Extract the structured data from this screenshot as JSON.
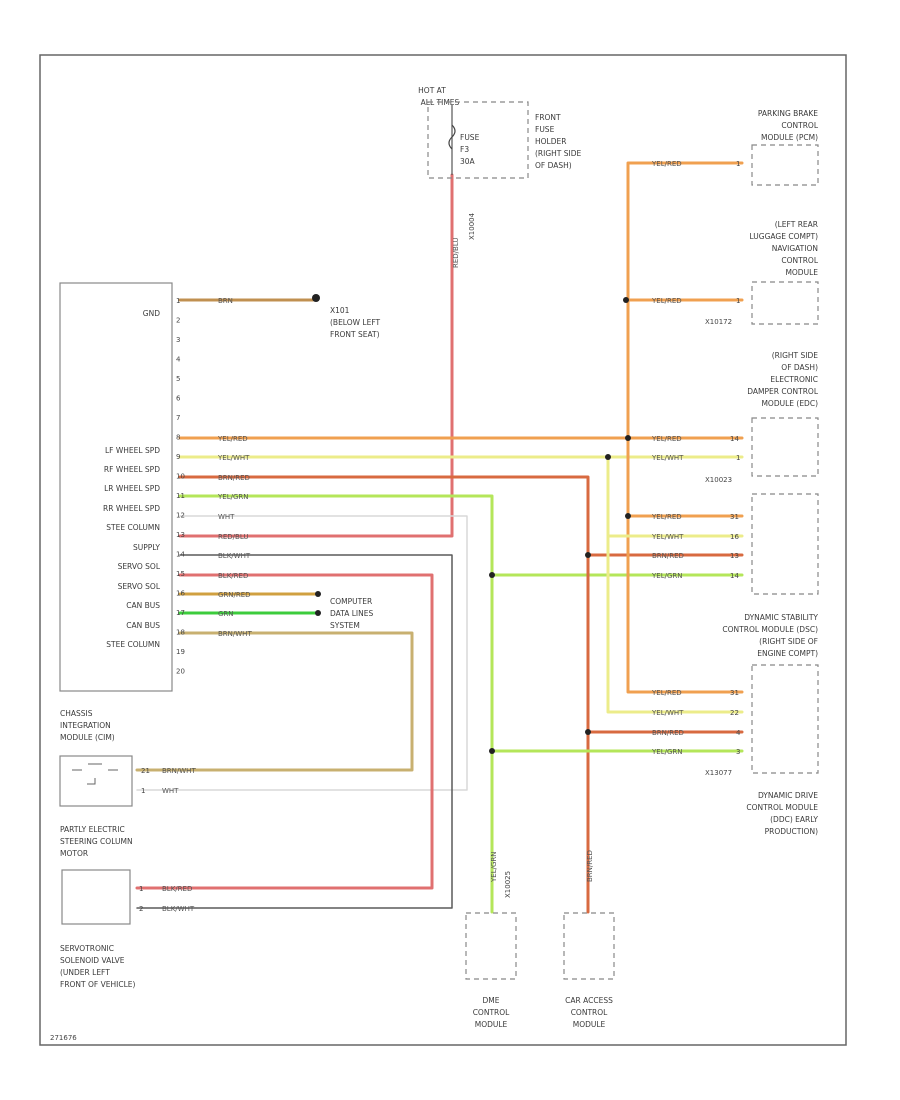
{
  "diagram_id": "271676",
  "colors": {
    "red": "#e07070",
    "yel_red": "#f0a050",
    "yel_wht": "#ecec8a",
    "brn_red": "#d86a40",
    "yel_grn": "#b4e65a",
    "grn": "#3ccc3c",
    "grn_red": "#d0a040",
    "brn_wht": "#c8b070",
    "brn": "#c09050",
    "black": "#5a5a5a",
    "white": "#d8d8d8"
  },
  "main_module": {
    "pins": [
      "1",
      "2",
      "3",
      "4",
      "5",
      "6",
      "7",
      "8",
      "9",
      "10",
      "11",
      "12",
      "13",
      "14",
      "15",
      "16",
      "17",
      "18",
      "19",
      "20"
    ],
    "labels": {
      "gnd": "GND",
      "lf": "LF WHEEL SPD",
      "rf": "RF WHEEL SPD",
      "lr": "LR WHEEL SPD",
      "rr": "RR WHEEL SPD",
      "steer1": "STEE COLUMN",
      "supply": "SUPPLY",
      "servo1": "SERVO SOL",
      "servo2": "SERVO SOL",
      "can1": "CAN BUS",
      "can2": "CAN BUS",
      "steer2": "STEE COLUMN"
    }
  },
  "ground": {
    "wire": "BRN",
    "lines": [
      "X101",
      "(BELOW LEFT",
      "FRONT SEAT)"
    ]
  },
  "hot": {
    "lines": [
      "HOT AT",
      "ALL TIMES"
    ]
  },
  "fuse": {
    "lines": [
      "FUSE",
      "F3",
      "30A"
    ],
    "conn": "X10004"
  },
  "fuse_holder": {
    "lines": [
      "FRONT",
      "FUSE",
      "HOLDER",
      "(RIGHT SIDE",
      "OF DASH)"
    ]
  },
  "red_wire": "RED/BLU",
  "parking_brake": {
    "lines": [
      "PARKING BRAKE",
      "CONTROL",
      "MODULE (PCM)"
    ],
    "wire": "YEL/RED",
    "pin": "1"
  },
  "luggage": {
    "lines": [
      "(LEFT REAR",
      "LUGGAGE COMPT)",
      "NAVIGATION",
      "CONTROL",
      "MODULE"
    ],
    "wire": "YEL/RED",
    "pin": "1",
    "conn": "X10172"
  },
  "edc": {
    "lines": [
      "(RIGHT SIDE",
      "OF DASH)",
      "ELECTRONIC",
      "DAMPER CONTROL",
      "MODULE (EDC)"
    ],
    "wires": [
      {
        "label": "YEL/RED",
        "pin": "14"
      },
      {
        "label": "YEL/WHT",
        "pin": "1"
      }
    ],
    "conn": "X10023"
  },
  "mid_conn": {
    "wires": [
      {
        "label": "YEL/RED",
        "pin": "31"
      },
      {
        "label": "YEL/WHT",
        "pin": "16"
      },
      {
        "label": "BRN/RED",
        "pin": "13"
      },
      {
        "label": "YEL/GRN",
        "pin": "14"
      }
    ]
  },
  "dsc": {
    "lines": [
      "DYNAMIC STABILITY",
      "CONTROL MODULE (DSC)",
      "(RIGHT SIDE OF",
      "ENGINE COMPT)"
    ]
  },
  "dsc_conn": {
    "wires": [
      {
        "label": "YEL/RED",
        "pin": "31"
      },
      {
        "label": "YEL/WHT",
        "pin": "22"
      },
      {
        "label": "BRN/RED",
        "pin": "4"
      },
      {
        "label": "YEL/GRN",
        "pin": "3"
      }
    ],
    "conn": "X13077"
  },
  "ddc": {
    "lines": [
      "DYNAMIC DRIVE",
      "CONTROL MODULE",
      "(DDC) EARLY",
      "PRODUCTION)"
    ]
  },
  "wires_left": {
    "yel_red": "YEL/RED",
    "yel_wht": "YEL/WHT",
    "brn_red": "BRN/RED",
    "yel_grn": "YEL/GRN",
    "wht": "WHT",
    "red_blu": "RED/BLU",
    "blk_wht": "BLK/WHT",
    "blk_red": "BLK/RED",
    "grn_red": "GRN/RED",
    "grn": "GRN",
    "brn_wht": "BRN/WHT"
  },
  "computer": {
    "lines": [
      "COMPUTER",
      "DATA LINES",
      "SYSTEM"
    ]
  },
  "cim": {
    "lines": [
      "CHASSIS",
      "INTEGRATION",
      "MODULE (CIM)"
    ],
    "wires": [
      {
        "label": "BRN/WHT",
        "pin": "21"
      },
      {
        "label": "WHT",
        "pin": "1"
      }
    ]
  },
  "motor": {
    "lines": [
      "PARTLY ELECTRIC",
      "STEERING COLUMN",
      "MOTOR"
    ],
    "wires": [
      {
        "label": "BLK/RED",
        "pin": "1"
      },
      {
        "label": "BLK/WHT",
        "pin": "2"
      }
    ]
  },
  "servo": {
    "lines": [
      "SERVOTRONIC",
      "SOLENOID VALVE",
      "(UNDER LEFT",
      "FRONT OF VEHICLE)"
    ]
  },
  "dme": {
    "lines": [
      "DME",
      "CONTROL",
      "MODULE"
    ],
    "wire": "YEL/GRN",
    "conn": "X10025"
  },
  "car_access": {
    "lines": [
      "CAR ACCESS",
      "CONTROL",
      "MODULE"
    ],
    "wire": "BRN/RED"
  }
}
